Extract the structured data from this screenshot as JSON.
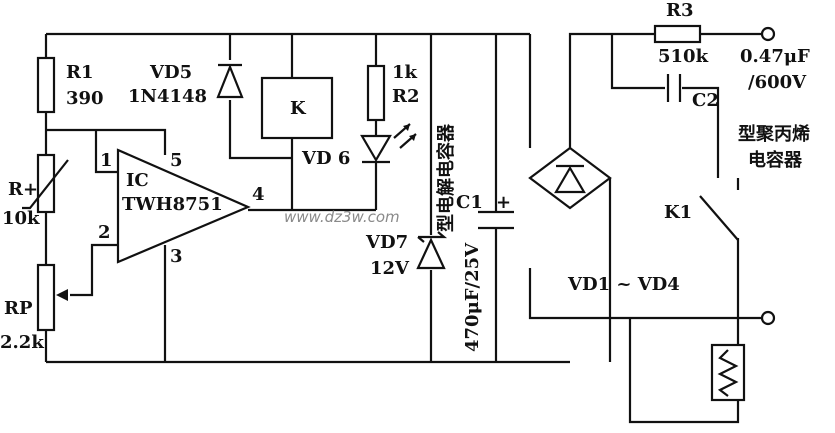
{
  "diagram": {
    "components": {
      "r1": {
        "ref": "R1",
        "value": "390"
      },
      "r_plus": {
        "ref": "R+",
        "value": "10k"
      },
      "rp": {
        "ref": "RP",
        "value": "2.2k"
      },
      "ic": {
        "ref": "IC",
        "part": "TWH8751",
        "pin1": "1",
        "pin2": "2",
        "pin3": "3",
        "pin4": "4",
        "pin5": "5"
      },
      "vd5": {
        "ref": "VD5",
        "part": "1N4148"
      },
      "relay": {
        "ref": "K"
      },
      "vd6": {
        "ref": "VD 6"
      },
      "r2": {
        "ref": "R2",
        "value": "1k"
      },
      "vd7": {
        "ref": "VD7",
        "value": "12V"
      },
      "c1": {
        "ref": "C1",
        "plus": "+",
        "value": "470μF/25V",
        "type": "型电解电容器"
      },
      "bridge": {
        "ref": "VD1 ~ VD4"
      },
      "r3": {
        "ref": "R3",
        "value": "510k"
      },
      "c2": {
        "ref": "C2",
        "value_line1": "0.47μF",
        "value_line2": "/600V",
        "type_line1": "型聚丙烯",
        "type_line2": "电容器"
      },
      "k1": {
        "ref": "K1"
      }
    },
    "watermark": "www.dz3w.com"
  }
}
